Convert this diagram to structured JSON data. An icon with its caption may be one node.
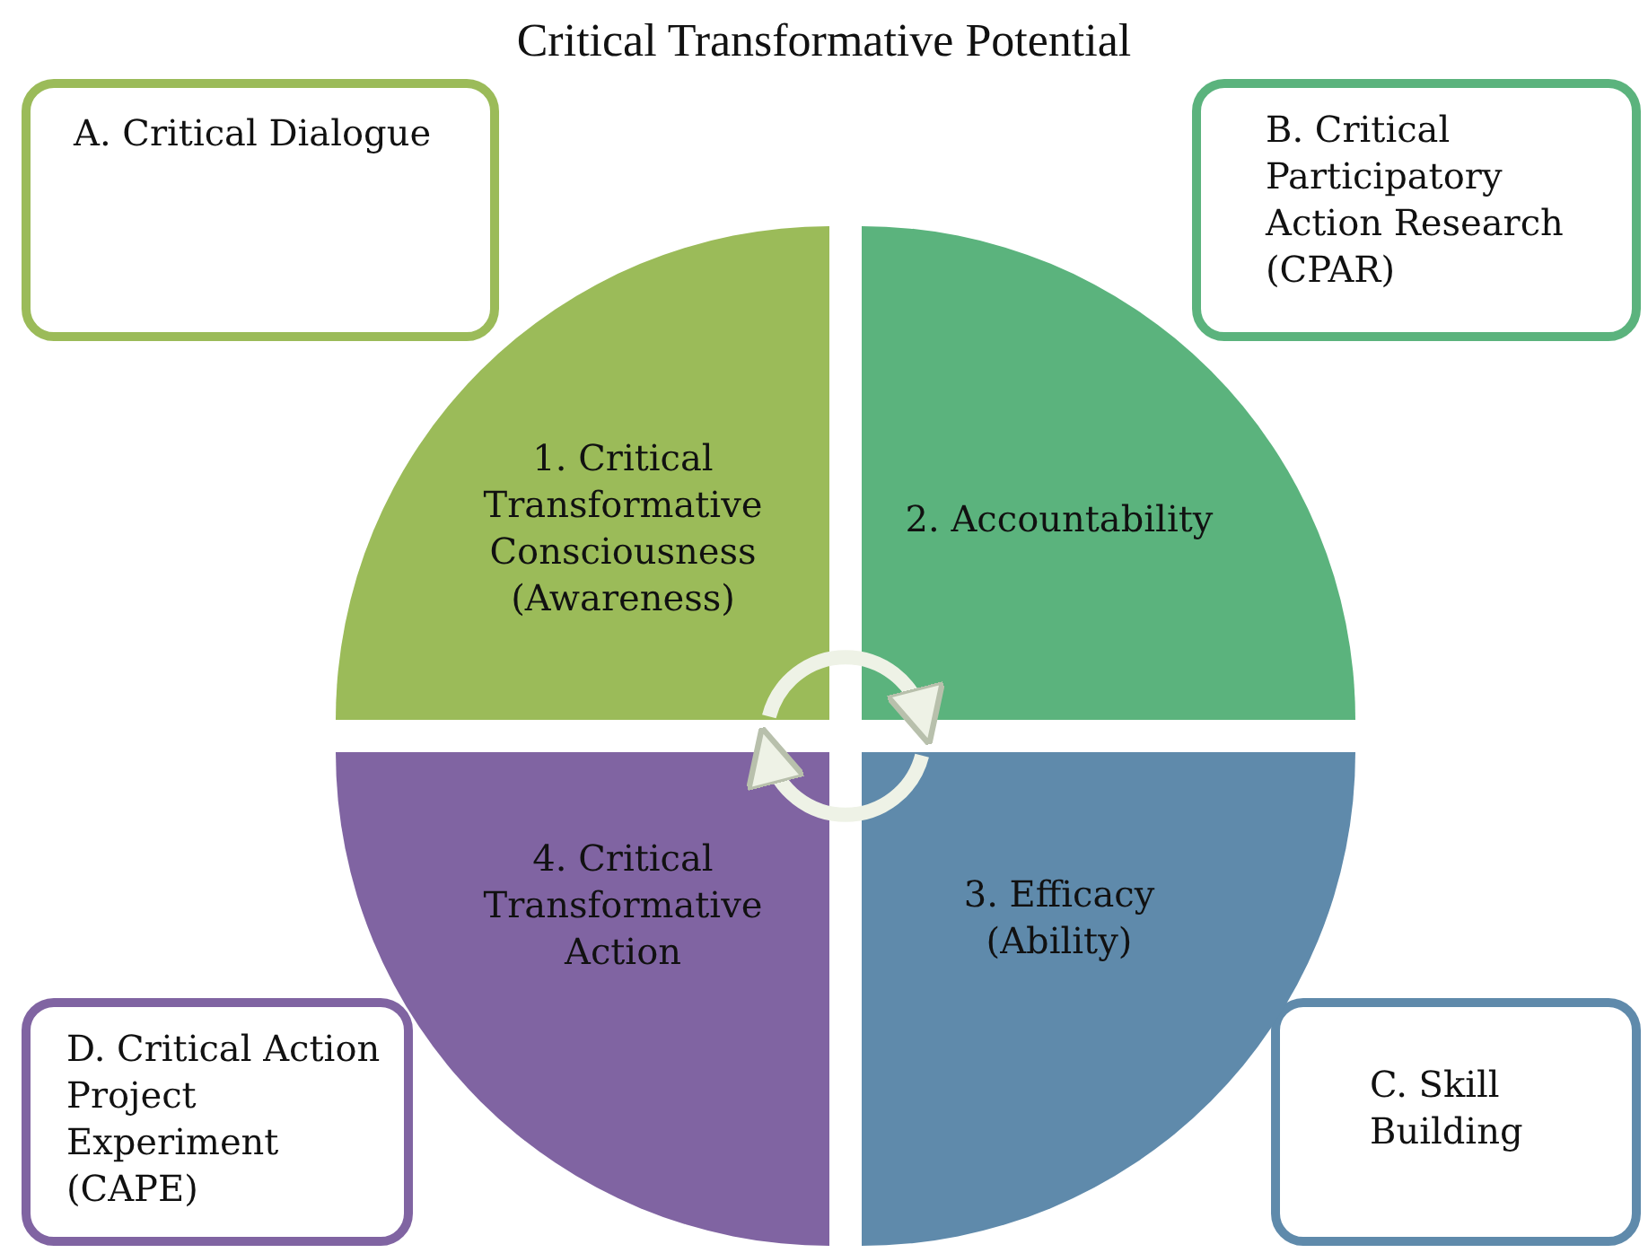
{
  "diagram": {
    "title": "Critical Transformative Potential",
    "nodes": [
      {
        "text": [
          "A. Critical Dialogue"
        ]
      },
      {
        "text": [
          "B. Critical Participatory Action Research (CPAR)"
        ]
      },
      {
        "text": [
          "1. Critical Transformative Consciousness (Awareness)"
        ]
      },
      {
        "text": [
          "2. Accountability"
        ]
      },
      {
        "text": [
          "4. Critical Transformative Action"
        ]
      },
      {
        "text": [
          "3. Efficacy (Ability)"
        ]
      },
      {
        "text": [
          "D. Critical Action Project Experiment (CAPE)"
        ]
      },
      {
        "text": [
          "C. Skill Building"
        ]
      }
    ],
    "edges": [
      {
        "from": 2,
        "to": 3,
        "arrow": "to"
      },
      {
        "from": 5,
        "to": 4,
        "arrow": "to"
      }
    ]
  }
}
